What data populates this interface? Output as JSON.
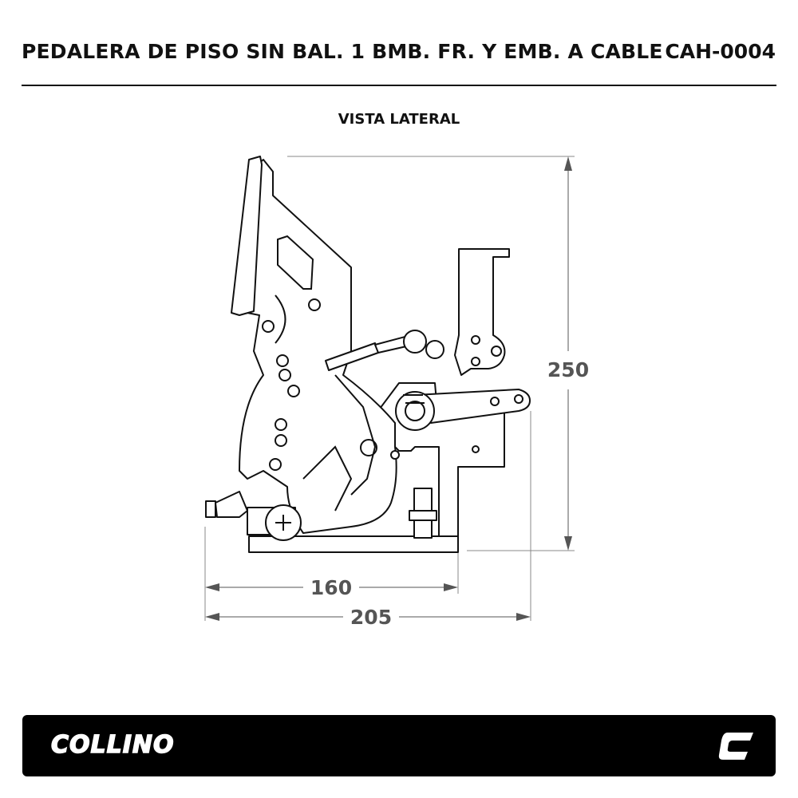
{
  "header": {
    "title": "PEDALERA DE PISO SIN BAL. 1 BMB. FR. Y EMB. A CABLE",
    "code": "CAH-0004"
  },
  "view_label": "VISTA LATERAL",
  "dimensions": {
    "height": "250",
    "width_inner": "160",
    "width_total": "205"
  },
  "footer": {
    "brand": "COLLINO",
    "logo_icon": "collino-c-logo"
  }
}
